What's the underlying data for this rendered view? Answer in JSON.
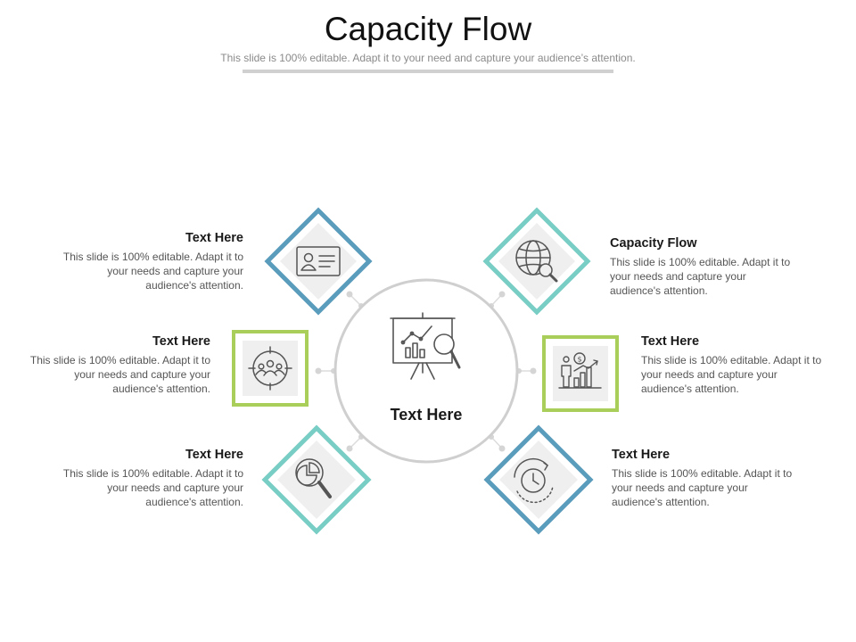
{
  "slide": {
    "title": "Capacity Flow",
    "subtitle": "This slide is 100% editable. Adapt it to your need and capture your audience’s attention."
  },
  "center": {
    "label": "Text Here",
    "icon": "presentation-analytics-icon"
  },
  "items": [
    {
      "heading": "Text Here",
      "body": "This slide is 100% editable. Adapt it to your needs and capture your audience's attention.",
      "icon": "id-card-icon",
      "color": "#5a9cbc"
    },
    {
      "heading": "Text Here",
      "body": "This slide is 100% editable. Adapt it to your needs and capture your audience's attention.",
      "icon": "target-team-icon",
      "color": "#a9cf5a"
    },
    {
      "heading": "Text Here",
      "body": "This slide is 100% editable. Adapt it to your needs and capture your audience's attention.",
      "icon": "pie-chart-magnifier-icon",
      "color": "#78cdc4"
    },
    {
      "heading": "Capacity Flow",
      "body": "This slide is 100% editable. Adapt it to your needs and capture your audience's attention.",
      "icon": "globe-search-icon",
      "color": "#78cdc4"
    },
    {
      "heading": "Text Here",
      "body": "This slide is 100% editable. Adapt it to your needs and capture your audience's attention.",
      "icon": "growth-investment-icon",
      "color": "#a9cf5a"
    },
    {
      "heading": "Text Here",
      "body": "This slide is 100% editable. Adapt it to your needs and capture your audience's attention.",
      "icon": "clock-refresh-icon",
      "color": "#5a9cbc"
    }
  ]
}
